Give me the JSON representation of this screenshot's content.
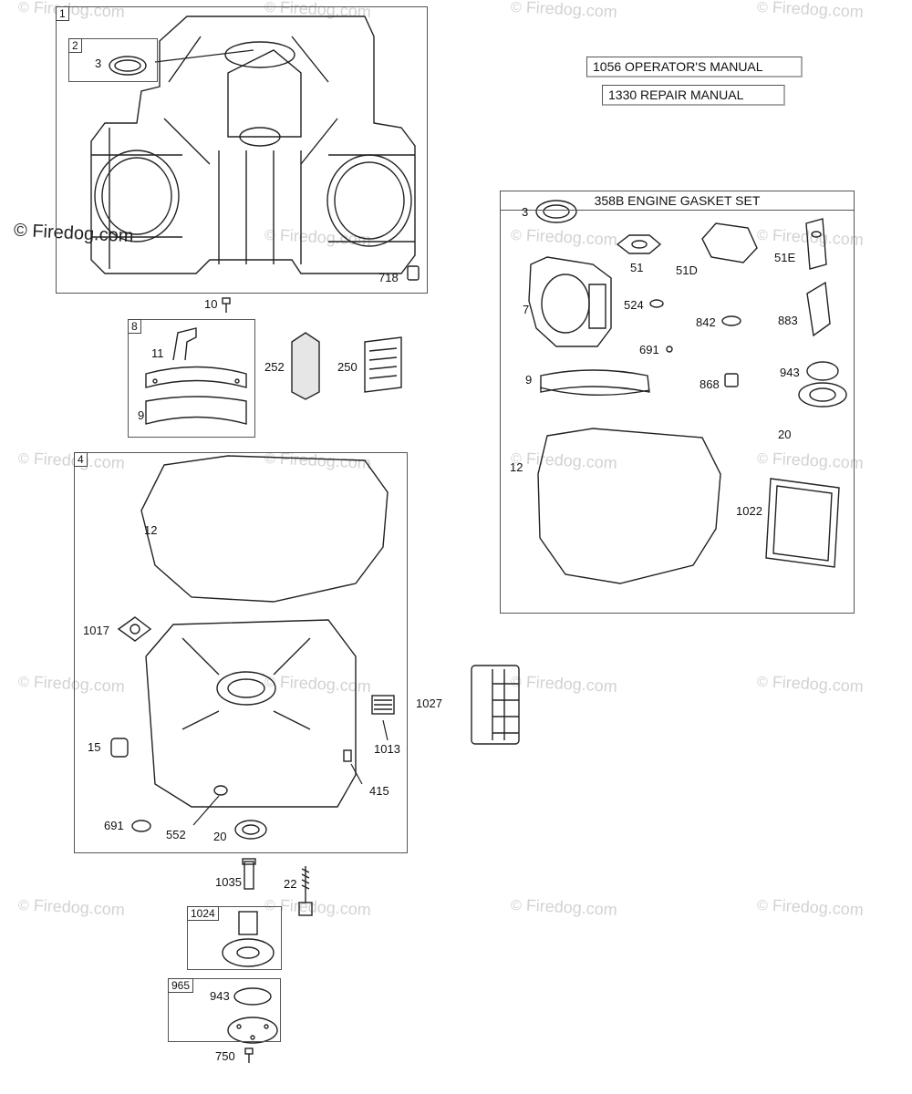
{
  "manuals": {
    "operators": "1056 OPERATOR'S MANUAL",
    "repair": "1330 REPAIR MANUAL"
  },
  "gasket_set": {
    "title": "358B ENGINE GASKET SET",
    "labels": {
      "p3": "3",
      "p51": "51",
      "p51d": "51D",
      "p51e": "51E",
      "p7": "7",
      "p524": "524",
      "p842": "842",
      "p883": "883",
      "p691": "691",
      "p9": "9",
      "p868": "868",
      "p943": "943",
      "p20": "20",
      "p12": "12",
      "p1022": "1022"
    }
  },
  "block1": {
    "tag": "1",
    "sub_tag": "2",
    "p3": "3",
    "p718": "718"
  },
  "p10": "10",
  "block8": {
    "tag": "8",
    "p11": "11",
    "p9": "9"
  },
  "p252": "252",
  "p250": "250",
  "block4": {
    "tag": "4",
    "p12": "12",
    "p1017": "1017",
    "p15": "15",
    "p691": "691",
    "p552": "552",
    "p20": "20",
    "p1013": "1013",
    "p415": "415"
  },
  "p1027": "1027",
  "p1035": "1035",
  "p22": "22",
  "block1024": {
    "tag": "1024"
  },
  "block965": {
    "tag": "965",
    "p943": "943"
  },
  "p750": "750",
  "watermark": {
    "text": "Firedog.com",
    "symbol": "©"
  }
}
